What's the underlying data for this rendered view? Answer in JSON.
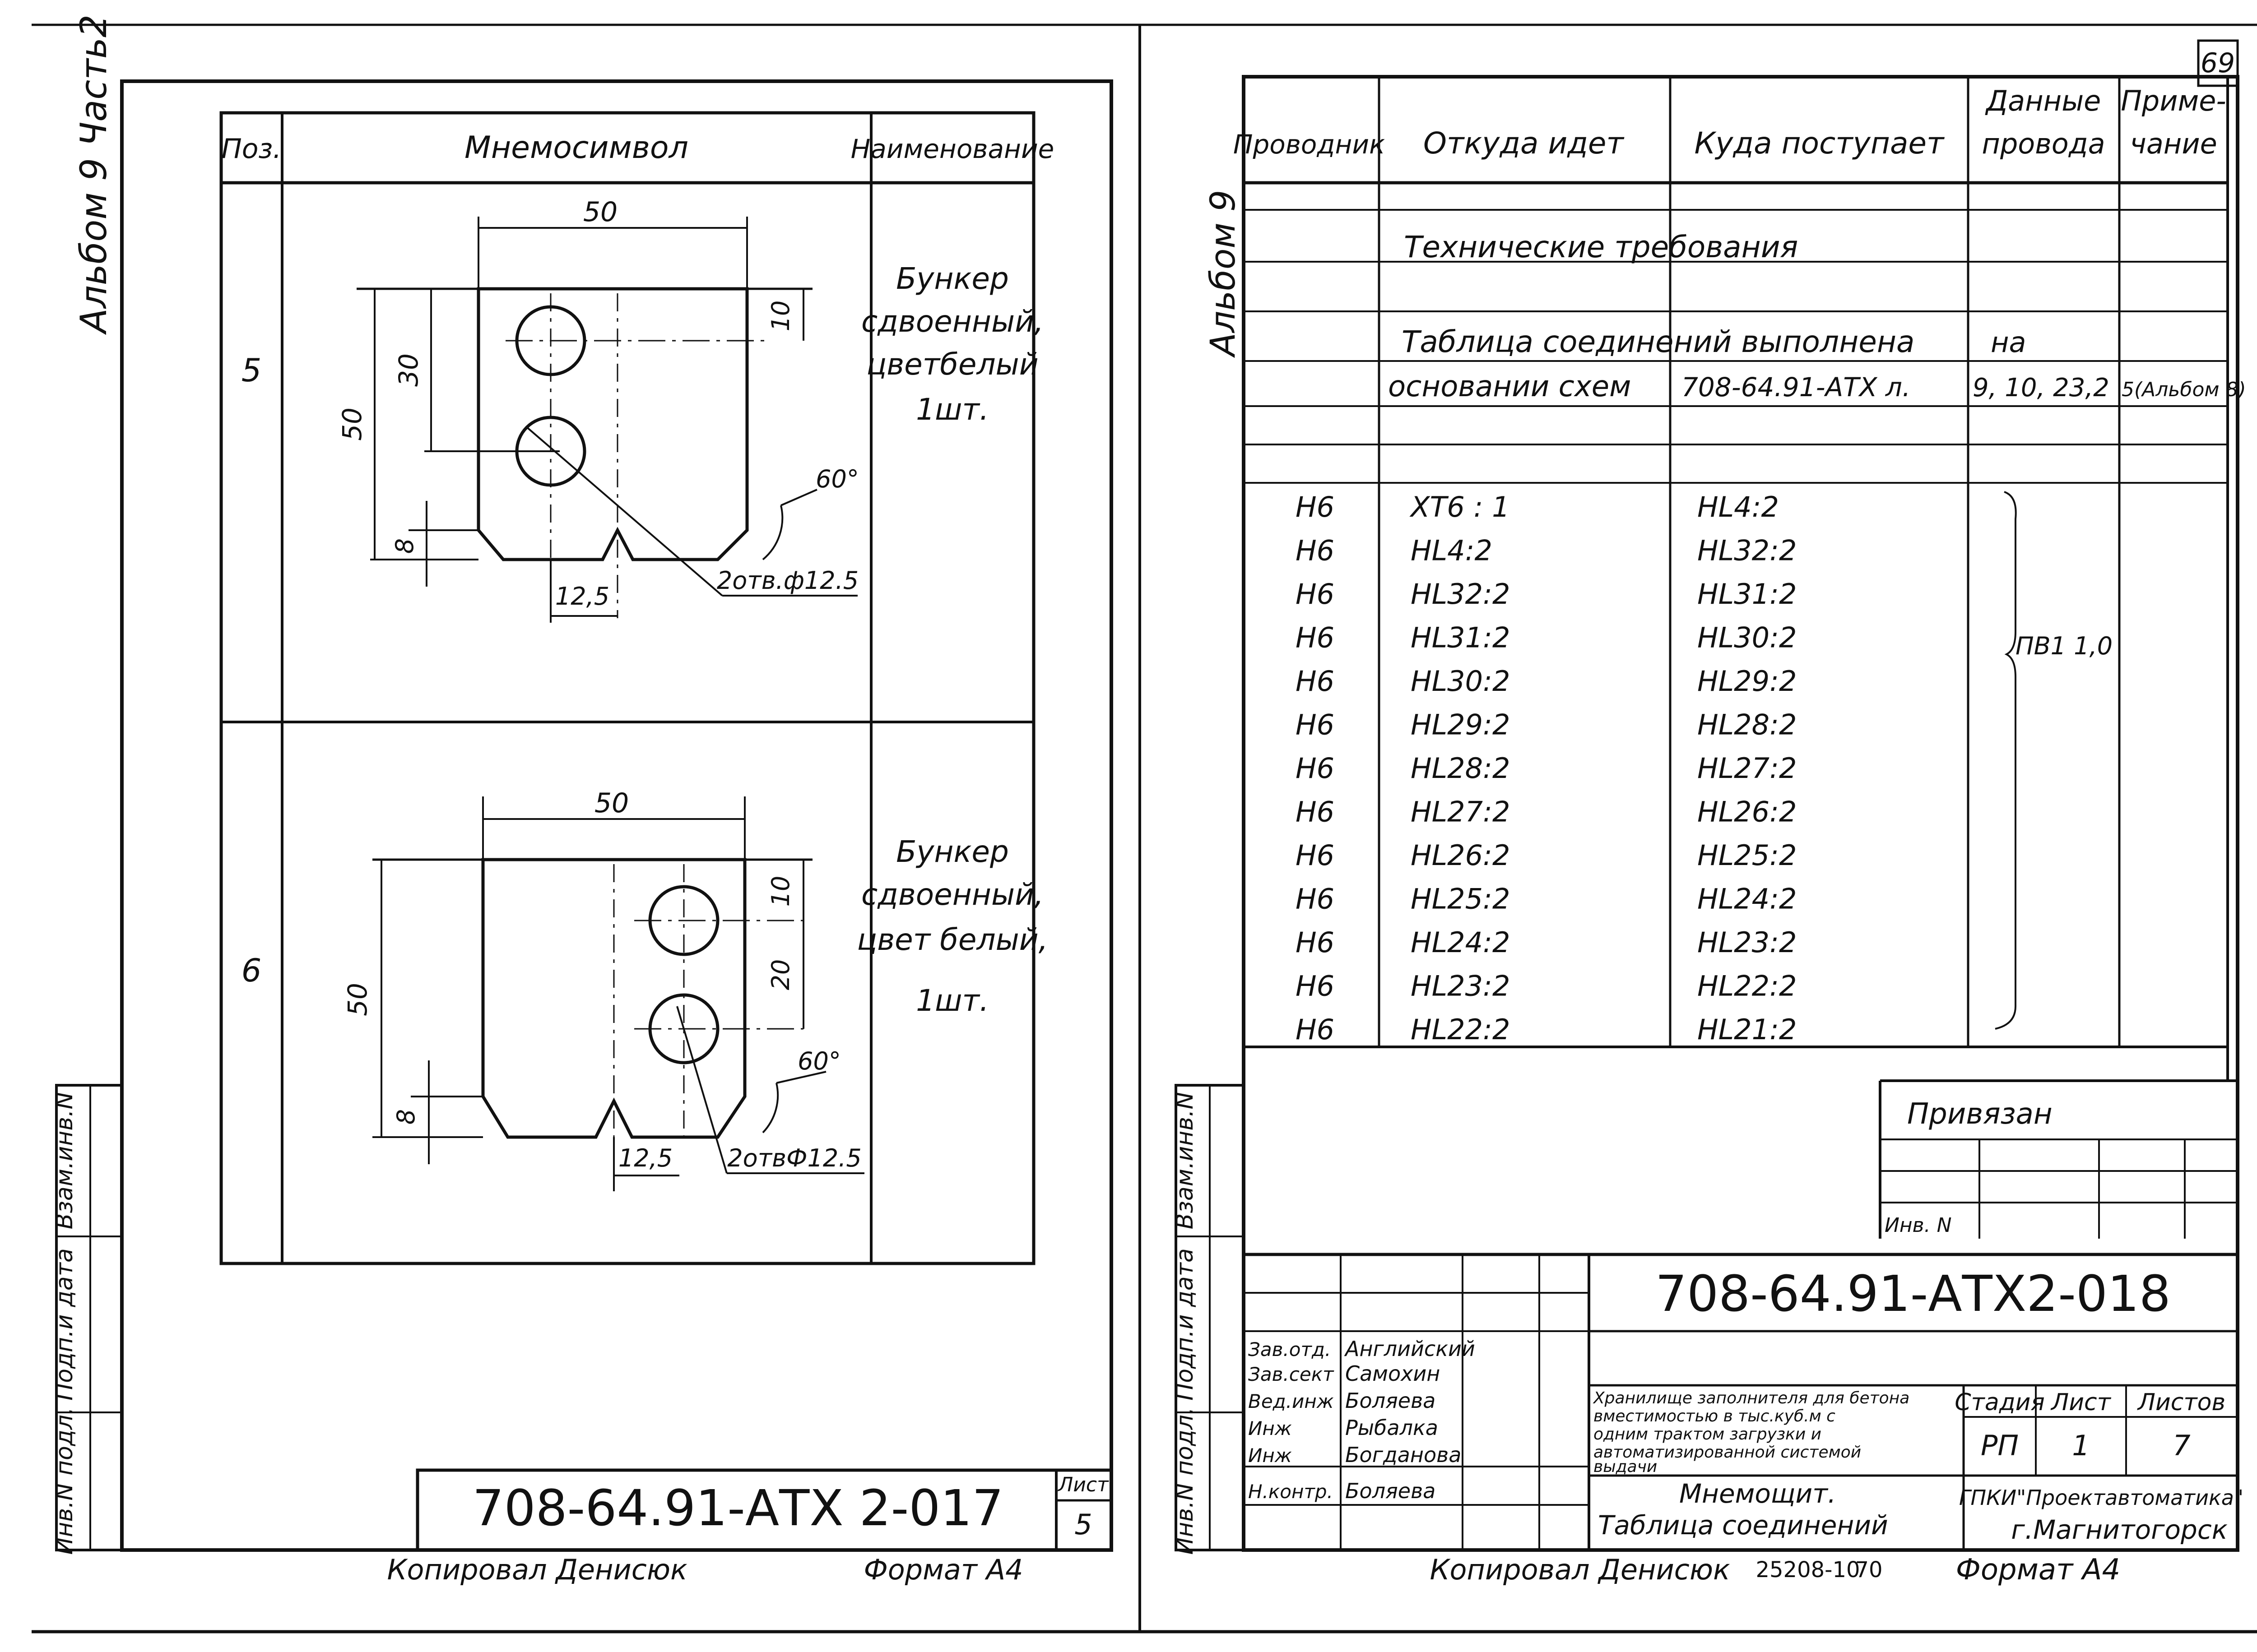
{
  "left": {
    "album_side": "Альбом 9 Часть2",
    "headers": {
      "pos": "Поз.",
      "mnemo": "Мнемосимвол",
      "name": "Наименование"
    },
    "items": [
      {
        "pos": "5",
        "name_lines": [
          "Бункер",
          "сдвоенный,",
          "цветбелый",
          "1шт."
        ],
        "dims": {
          "width": "50",
          "height": "50",
          "spacing": "30",
          "top": "10",
          "bottom": "8",
          "notch": "12,5",
          "angle": "60°",
          "holes": "2отв.ф12.5"
        }
      },
      {
        "pos": "6",
        "name_lines": [
          "Бункер",
          "сдвоенный,",
          "цвет белый,",
          "1шт."
        ],
        "dims": {
          "width": "50",
          "height": "50",
          "spacing": "20",
          "top": "10",
          "bottom": "8",
          "notch": "12,5",
          "angle": "60°",
          "holes": "2отвФ12.5"
        }
      }
    ],
    "side_stamp": [
      "Взам.инв.N",
      "Подп.и дата",
      "Инв.N подл."
    ],
    "doc_code": "708-64.91-АТХ 2-017",
    "sheet_label": "Лист",
    "sheet_no": "5",
    "copied": "Копировал Денисюк",
    "format": "Формат А4"
  },
  "right": {
    "page_no": "69",
    "album_side": "Альбом 9",
    "headers": {
      "conductor": "Проводник",
      "from": "Откуда идет",
      "to": "Куда поступает",
      "wire_1": "Данные",
      "wire_2": "провода",
      "note_1": "Приме-",
      "note_2": "чание"
    },
    "tech_req": "Технические требования",
    "note_line1": {
      "a": "Таблица соединений выполнена",
      "b": "на"
    },
    "note_line2": {
      "a": "основании схем",
      "b": "708-64.91-АТХ л.",
      "c": "9, 10, 23,2",
      "d": "5(Альбом 8)"
    },
    "connections": [
      {
        "cond": "Н6",
        "from": "ХТ6 : 1",
        "to": "HL4:2"
      },
      {
        "cond": "Н6",
        "from": "HL4:2",
        "to": "HL32:2"
      },
      {
        "cond": "Н6",
        "from": "HL32:2",
        "to": "HL31:2"
      },
      {
        "cond": "Н6",
        "from": "HL31:2",
        "to": "HL30:2"
      },
      {
        "cond": "Н6",
        "from": "HL30:2",
        "to": "HL29:2"
      },
      {
        "cond": "Н6",
        "from": "HL29:2",
        "to": "HL28:2"
      },
      {
        "cond": "Н6",
        "from": "HL28:2",
        "to": "HL27:2"
      },
      {
        "cond": "Н6",
        "from": "HL27:2",
        "to": "HL26:2"
      },
      {
        "cond": "Н6",
        "from": "HL26:2",
        "to": "HL25:2"
      },
      {
        "cond": "Н6",
        "from": "HL25:2",
        "to": "HL24:2"
      },
      {
        "cond": "Н6",
        "from": "HL24:2",
        "to": "HL23:2"
      },
      {
        "cond": "Н6",
        "from": "HL23:2",
        "to": "HL22:2"
      },
      {
        "cond": "Н6",
        "from": "HL22:2",
        "to": "HL21:2"
      }
    ],
    "wire_type": "ПВ1 1,0",
    "privyazan": "Привязан",
    "inv_n": "Инв. N",
    "side_stamp": [
      "Взам.инв.N",
      "Подп.и дата",
      "Инв.N подл."
    ],
    "doc_code": "708-64.91-АТХ2-018",
    "people": [
      {
        "role": "Зав.отд.",
        "name": "Английский"
      },
      {
        "role": "Зав.сект",
        "name": "Самохин"
      },
      {
        "role": "Вед.инж",
        "name": "Боляева"
      },
      {
        "role": "Инж",
        "name": "Рыбалка"
      },
      {
        "role": "Инж",
        "name": "Богданова"
      },
      {
        "role": "Н.контр.",
        "name": "Боляева"
      }
    ],
    "project_desc": [
      "Хранилище заполнителя для бетона",
      "вместимостью в тыс.куб.м с",
      "одним трактом загрузки и",
      "автоматизированной системой",
      "выдачи"
    ],
    "sheet_title": [
      "Мнемощит.",
      "Таблица соединений"
    ],
    "stage_label": "Стадия",
    "sheet_label": "Лист",
    "sheets_label": "Листов",
    "stage": "РП",
    "sheet": "1",
    "sheets": "7",
    "org_1": "ГПКИ\"Проектавтоматика\"",
    "org_2": "г.Магнитогорск",
    "copied": "Копировал Денисюк",
    "order": "25208-10",
    "order_sheet": "70",
    "format": "Формат А4"
  }
}
